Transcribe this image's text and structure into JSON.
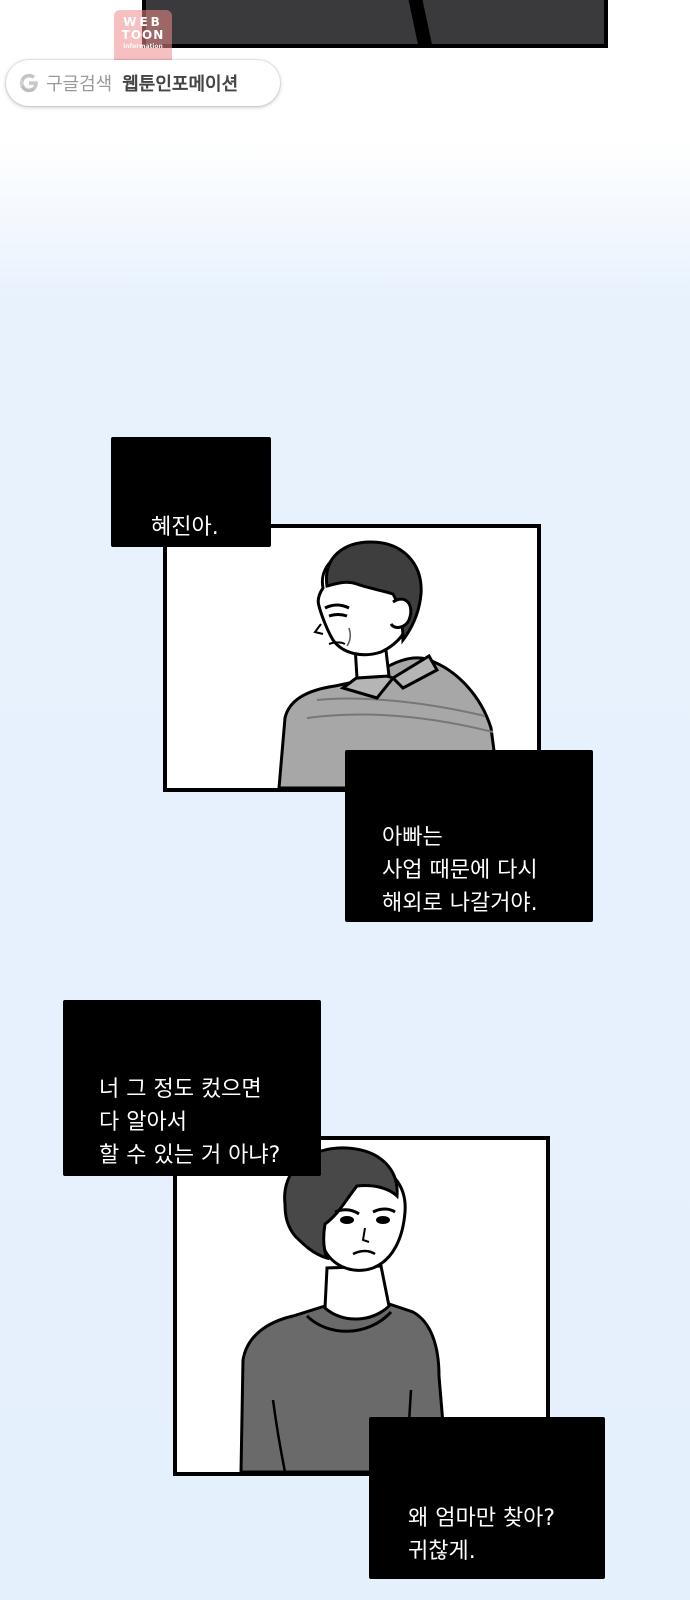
{
  "watermark": {
    "stamp_line1": "WEB",
    "stamp_line2": "TOON",
    "stamp_line3": "information",
    "search_engine_label": "구글검색",
    "search_query": "웹툰인포메이션"
  },
  "captions": [
    {
      "id": "c1",
      "text": "혜진아."
    },
    {
      "id": "c2",
      "text": "아빠는\n사업 때문에 다시\n해외로 나갈거야."
    },
    {
      "id": "c3",
      "text": "너 그 정도 컸으면\n다 알아서\n할 수 있는 거 아냐?"
    },
    {
      "id": "c4",
      "text": "왜 엄마만 찾아?\n귀찮게."
    }
  ],
  "colors": {
    "background_top": "#ffffff",
    "background_bottom": "#e5f0fd",
    "caption_bg": "#000000",
    "caption_text": "#ffffff",
    "watermark_stamp": "#ee8c8c"
  }
}
